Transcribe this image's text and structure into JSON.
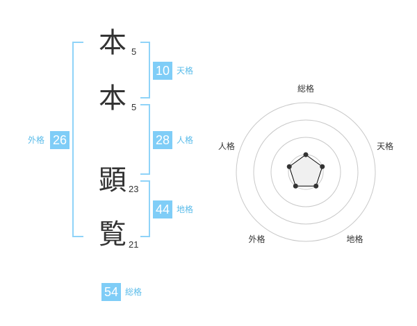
{
  "characters": [
    {
      "char": "本",
      "strokes": "5"
    },
    {
      "char": "本",
      "strokes": "5"
    },
    {
      "char": "顕",
      "strokes": "23"
    },
    {
      "char": "覧",
      "strokes": "21"
    }
  ],
  "fortunes": {
    "tenkaku": {
      "value": "10",
      "label": "天格"
    },
    "jinkaku": {
      "value": "28",
      "label": "人格"
    },
    "chikaku": {
      "value": "44",
      "label": "地格"
    },
    "gaikaku": {
      "value": "26",
      "label": "外格"
    },
    "soukaku": {
      "value": "54",
      "label": "総格"
    }
  },
  "radar": {
    "axes": [
      "総格",
      "天格",
      "地格",
      "外格",
      "人格"
    ],
    "levels": 4,
    "max": 4,
    "values": [
      1,
      1,
      1,
      1,
      1
    ],
    "fill_color": "#f0f0f0",
    "line_color": "#000000",
    "ring_color": "#c8c8c8"
  },
  "colors": {
    "accent": "#7fcdf7",
    "bracket": "#8fd3f8",
    "label": "#5bbcea"
  }
}
